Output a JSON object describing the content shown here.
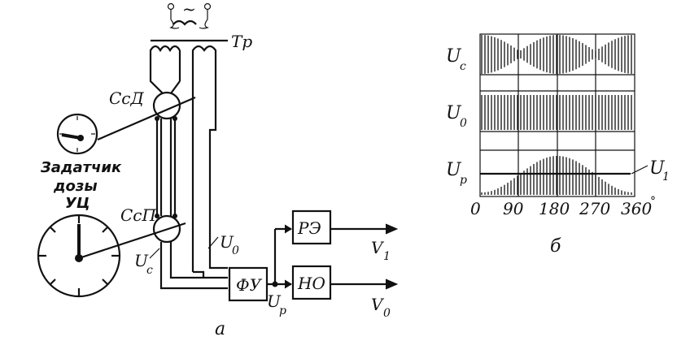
{
  "left": {
    "caption": "а",
    "transformer": "Тр",
    "sensor_top": "СсД",
    "sensor_bottom": "СсП",
    "dial_label_1": "Задатчик",
    "dial_label_2": "дозы",
    "dial_label_3": "УЦ",
    "u_c": "U",
    "u_c_sub": "c",
    "u_0": "U",
    "u_0_sub": "0",
    "u_p": "U",
    "u_p_sub": "p",
    "fu": "ФУ",
    "re": "РЭ",
    "no": "НО",
    "v1": "V",
    "v1_sub": "1",
    "v0": "V",
    "v0_sub": "0",
    "ac_symbol": "~"
  },
  "right": {
    "caption": "б",
    "row_labels": [
      {
        "main": "U",
        "sub": "c"
      },
      {
        "main": "U",
        "sub": "0"
      },
      {
        "main": "U",
        "sub": "p"
      }
    ],
    "u1": "U",
    "u1_sub": "1",
    "x_ticks": [
      "0",
      "90",
      "180",
      "270",
      "360"
    ],
    "degree": "°"
  }
}
